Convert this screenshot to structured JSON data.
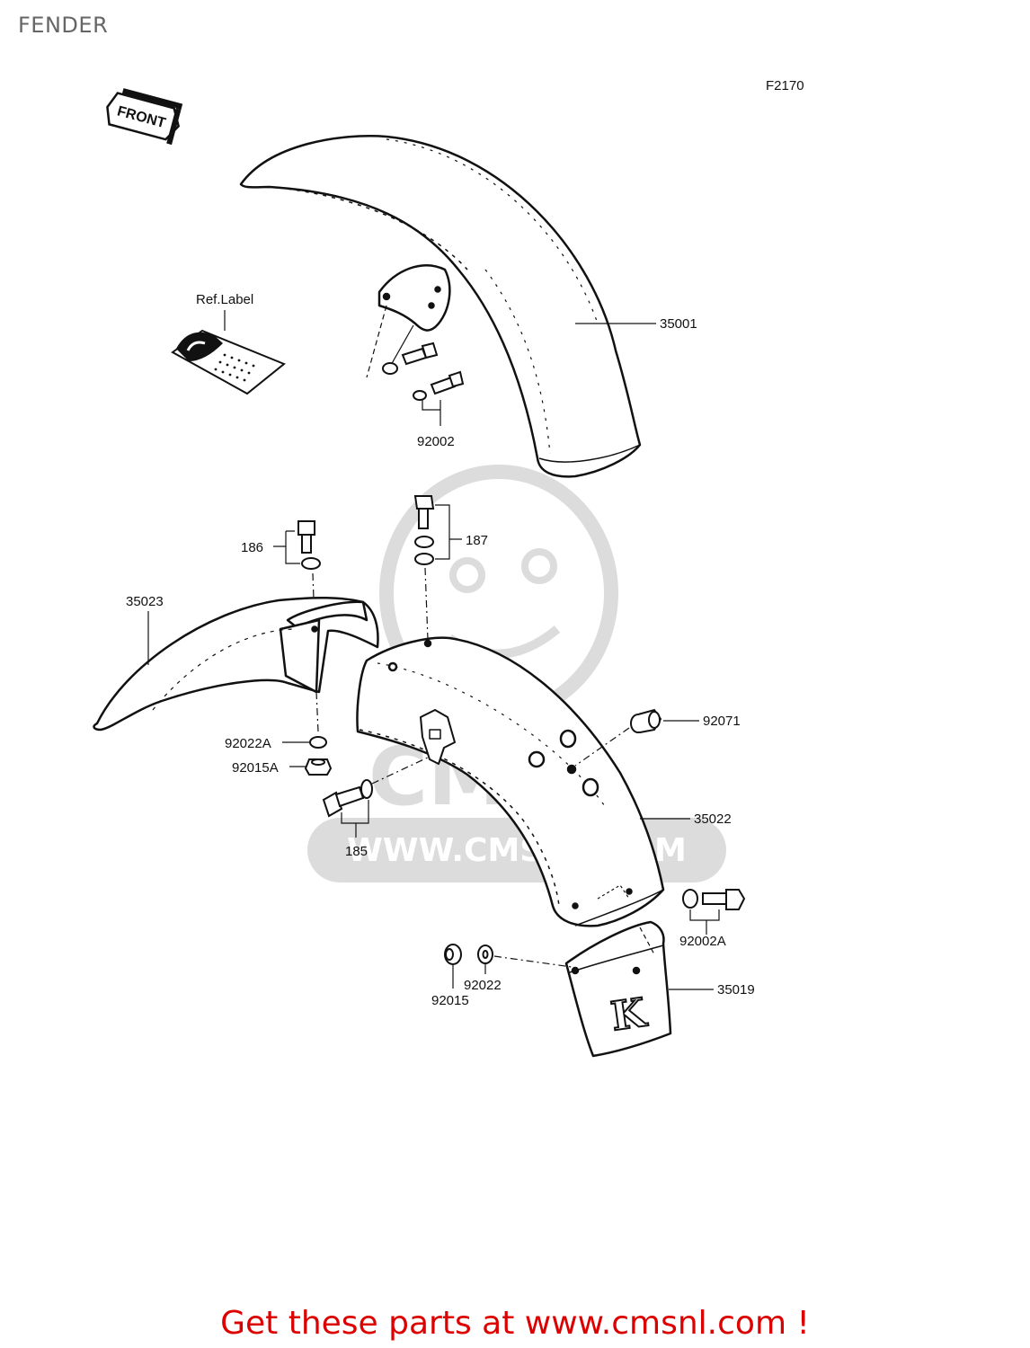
{
  "page": {
    "title": "FENDER",
    "footer_cta": "Get these parts at www.cmsnl.com !"
  },
  "diagram": {
    "figure_code": "F2170",
    "front_badge": "FRONT",
    "ref_label": "Ref.Label",
    "callouts": {
      "p35001": "35001",
      "p92002": "92002",
      "p186": "186",
      "p187": "187",
      "p35023": "35023",
      "p92022A": "92022A",
      "p92015A": "92015A",
      "p92071": "92071",
      "p185": "185",
      "p35022": "35022",
      "p92002A": "92002A",
      "p92015": "92015",
      "p92022": "92022",
      "p35019": "35019"
    },
    "mudflap_logo": "K"
  },
  "watermark": {
    "text": "WWW.CMSNL.COM",
    "brand": "CMS"
  },
  "colors": {
    "line": "#111111",
    "title": "#666666",
    "cta": "#dd0000",
    "watermark": "#dcdcdc"
  }
}
